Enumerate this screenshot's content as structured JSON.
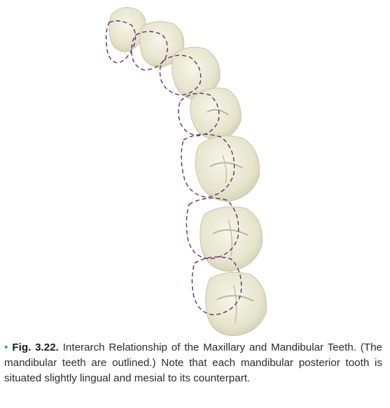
{
  "figure": {
    "caption_label": "Fig. 3.22.",
    "caption_bold_tail": "Interarch Relationship of the Maxillary and Mandibular Teeth.",
    "caption_text": " (The mandibular teeth are outlined.) Note that each mandibular posterior tooth is situated slightly lingual and mesial to its counterpart.",
    "bullet": "•",
    "colors": {
      "tooth_fill": "#ecebd8",
      "tooth_shadow": "#c9c8ad",
      "outline": "#6a2a6e",
      "caption_accent": "#3a9ad0"
    }
  }
}
